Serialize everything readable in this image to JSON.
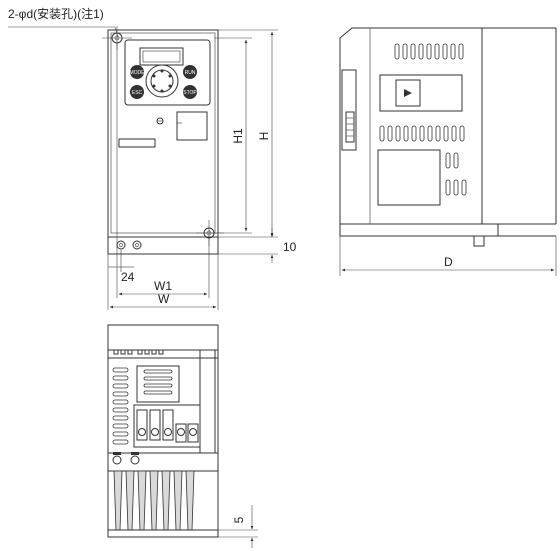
{
  "labels": {
    "mount_hole_note": "2-φd(安装孔)(注1)",
    "h1": "H1",
    "h": "H",
    "dim_10": "10",
    "dim_24": "24",
    "w1": "W1",
    "w": "W",
    "d": "D",
    "dim_5": "5"
  },
  "keypad": {
    "mode": "MODE",
    "run": "RUN",
    "esc": "ESC",
    "stop": "STOP"
  }
}
